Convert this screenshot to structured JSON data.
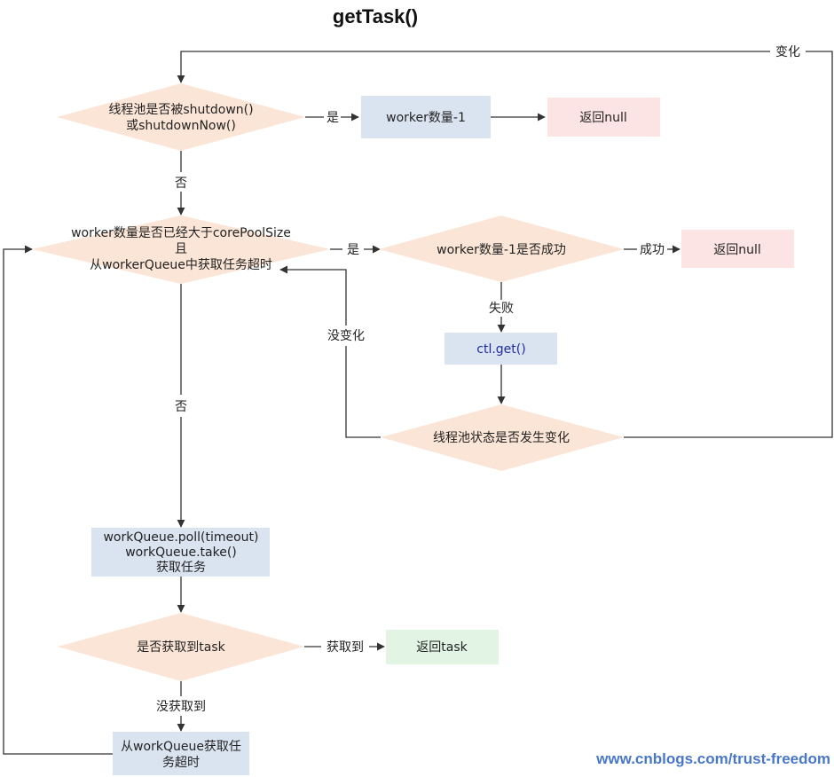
{
  "title": "getTask()",
  "watermark": "www.cnblogs.com/trust-freedom",
  "colors": {
    "decision_fill": "#fbe5d6",
    "process_fill": "#dae3f0",
    "return_null_fill": "#fce4e4",
    "return_task_fill": "#e2f5e4",
    "line": "#333333",
    "text": "#222222",
    "ctl_text": "#1f2d9c",
    "watermark": "#4a78c8"
  },
  "nodes": {
    "d_shutdown": {
      "line1": "线程池是否被shutdown()",
      "line2": "或shutdownNow()"
    },
    "p_worker_dec1": {
      "label": "worker数量-1"
    },
    "r_null1": {
      "label": "返回null"
    },
    "d_worker_count": {
      "line1": "worker数量是否已经大于corePoolSize",
      "line2": "且",
      "line3": "从workerQueue中获取任务超时"
    },
    "d_dec_success": {
      "label": "worker数量-1是否成功"
    },
    "r_null2": {
      "label": "返回null"
    },
    "p_ctl_get": {
      "label": "ctl.get()"
    },
    "d_state_changed": {
      "label": "线程池状态是否发生变化"
    },
    "p_poll_take": {
      "line1": "workQueue.poll(timeout)",
      "line2": "workQueue.take()",
      "line3": "获取任务"
    },
    "d_got_task": {
      "label": "是否获取到task"
    },
    "r_task": {
      "label": "返回task"
    },
    "p_timeout": {
      "line1": "从workQueue获取任",
      "line2": "务超时"
    }
  },
  "edges": {
    "yes1": "是",
    "no1": "否",
    "yes2": "是",
    "success": "成功",
    "fail": "失败",
    "no_change": "没变化",
    "changed": "变化",
    "no2": "否",
    "got": "获取到",
    "not_got": "没获取到"
  }
}
